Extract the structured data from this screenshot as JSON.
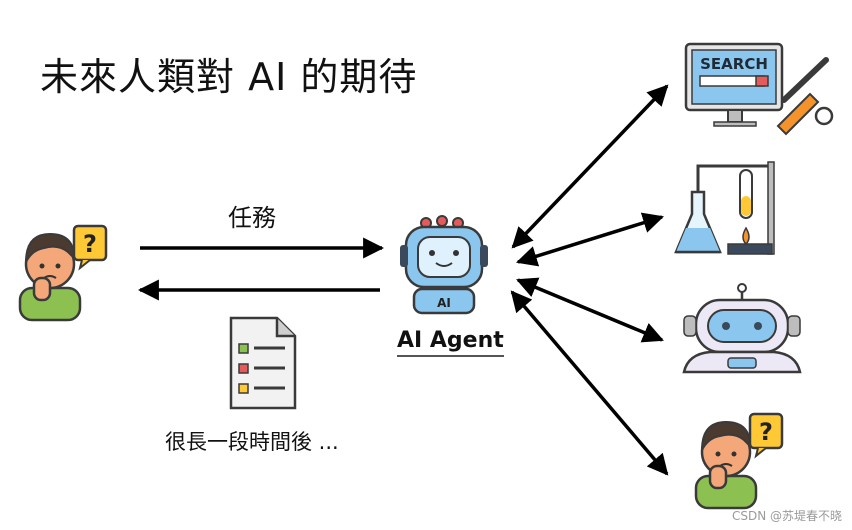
{
  "diagram": {
    "title": "未來人類對 AI 的期待",
    "task_label": "任務",
    "later_label": "很長一段時間後 ...",
    "agent_label": "AI Agent",
    "search_text": "SEARCH",
    "robot_badge": "AI",
    "question_mark": "?"
  },
  "watermark": "CSDN @苏堤春不晓",
  "colors": {
    "arrow": "#000000",
    "robot_blue": "#8bc6ee",
    "robot_dark": "#3a4a5c",
    "skin": "#f4a87a",
    "shirt": "#8cc152",
    "question_yellow": "#ffc935",
    "hair": "#4a3a30"
  },
  "icons": [
    "thinking-person-icon",
    "document-list-icon",
    "robot-icon",
    "search-monitor-tools-icon",
    "lab-equipment-icon",
    "humanoid-robot-icon"
  ]
}
